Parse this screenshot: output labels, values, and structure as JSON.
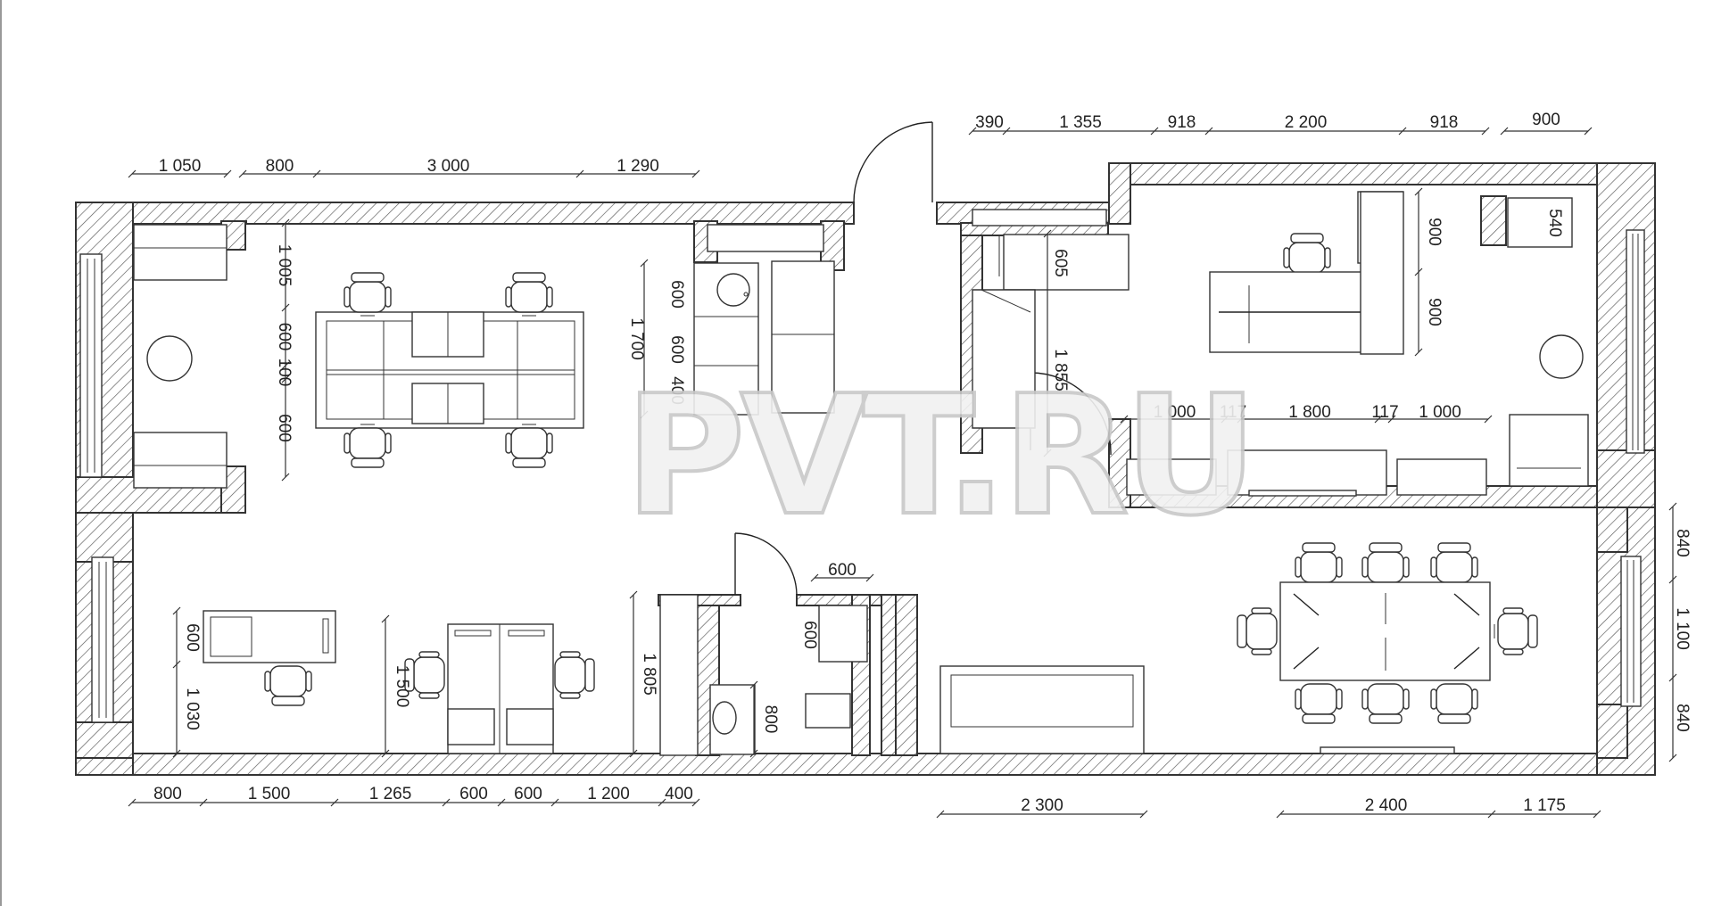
{
  "watermark": "PVT.RU",
  "dims_top_left": [
    "1 050",
    "800",
    "3 000",
    "1 290"
  ],
  "dims_top_right": [
    "390",
    "1 355",
    "918",
    "2 200",
    "918",
    "900"
  ],
  "dims_left_room": [
    "1 005",
    "600",
    "100",
    "600"
  ],
  "dims_kitchen": [
    "1 700",
    "600",
    "600",
    "400"
  ],
  "dims_office_inner": [
    "605",
    "1 855",
    "900",
    "900",
    "540"
  ],
  "dims_office_row": [
    "1 000",
    "117",
    "1 800",
    "117",
    "1 000"
  ],
  "dims_bottom_left": [
    "800",
    "1 500",
    "1 265",
    "600",
    "600",
    "1 200",
    "400"
  ],
  "dims_bottom_mid": [
    "2 300"
  ],
  "dims_bottom_right": [
    "2 400",
    "1 175"
  ],
  "dims_right": [
    "840",
    "1 100",
    "840"
  ],
  "dims_lower_left": [
    "600",
    "1 030",
    "1 500",
    "1 805"
  ],
  "dims_bath": [
    "600",
    "600",
    "800"
  ]
}
